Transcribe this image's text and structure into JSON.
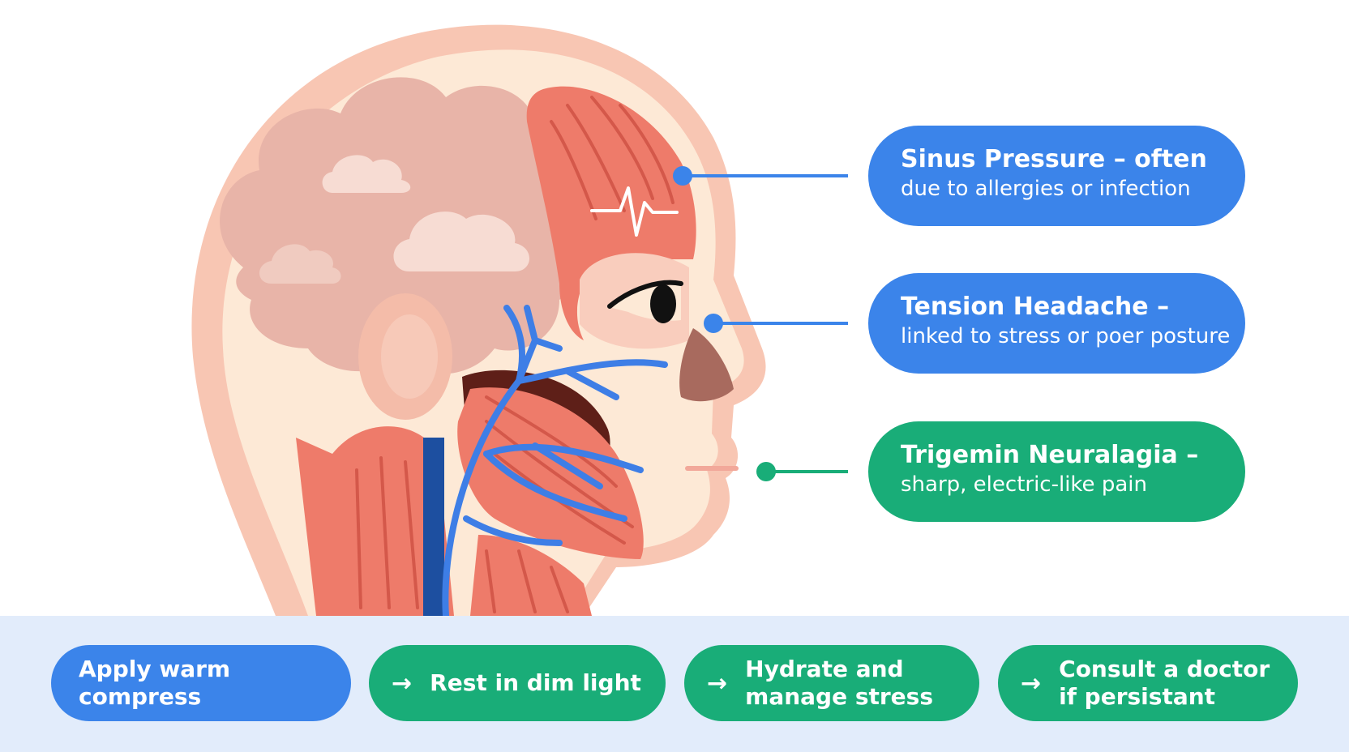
{
  "colors": {
    "blue": "#3b84ea",
    "green": "#19ad78",
    "bottom_band": "#e2ecfb",
    "skin": "#f7c9b8",
    "skin_light": "#fce6d8",
    "brain": "#e8b4a8",
    "muscle": "#ee7b6a",
    "nerve": "#3e7ee6"
  },
  "callouts": [
    {
      "title": "Sinus Pressure – often",
      "desc": "due to allergies or infection",
      "color": "blue"
    },
    {
      "title": "Tension Headache –",
      "desc": "linked to stress or poer posture",
      "color": "blue"
    },
    {
      "title": "Trigemin Neuralagia –",
      "desc": "sharp, electric-like pain",
      "color": "green"
    }
  ],
  "actions": [
    {
      "label": "Apply warm compress",
      "arrow": false,
      "color": "blue"
    },
    {
      "label": "Rest in dim light",
      "arrow": true,
      "color": "green"
    },
    {
      "label": "Hydrate and\nmanage stress",
      "arrow": true,
      "color": "green"
    },
    {
      "label": "Consult a doctor\nif persistant",
      "arrow": true,
      "color": "green"
    }
  ],
  "icons": {
    "arrow": "→",
    "pulse": "heartbeat-pulse-icon",
    "cloud": "cloud-icon"
  }
}
